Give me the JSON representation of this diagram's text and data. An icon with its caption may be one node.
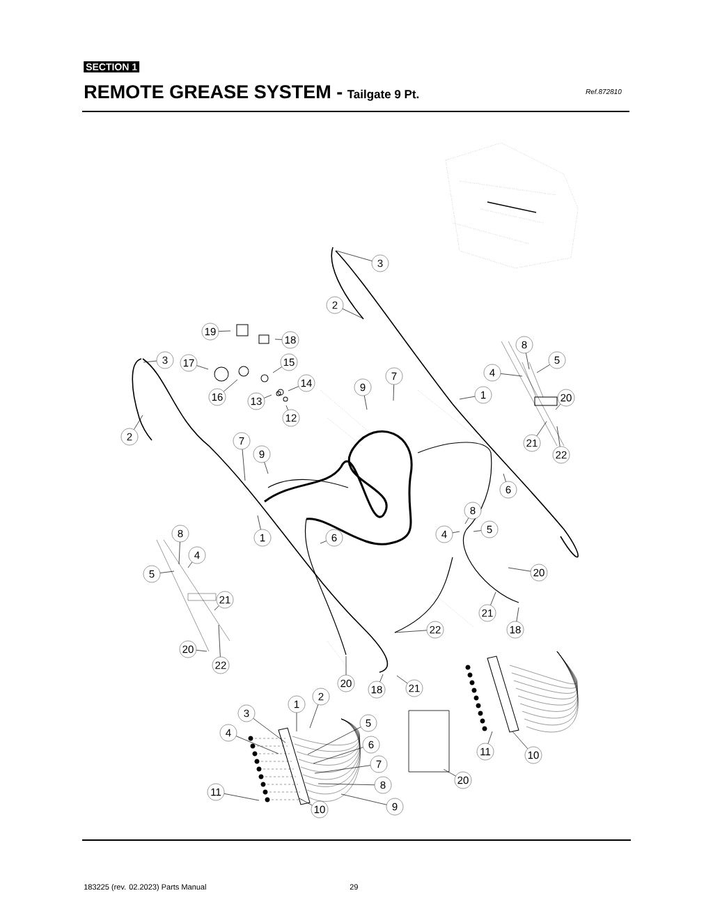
{
  "diagram": {
    "title": "REMOTE GREASE SYSTEM -",
    "nodes": [
      {
        "text": [
          "3"
        ]
      },
      {
        "text": [
          "2"
        ]
      },
      {
        "text": [
          "19"
        ]
      },
      {
        "text": [
          "18"
        ]
      },
      {
        "text": [
          "8"
        ]
      },
      {
        "text": [
          "3"
        ]
      },
      {
        "text": [
          "17"
        ]
      },
      {
        "text": [
          "5"
        ]
      },
      {
        "text": [
          "15"
        ]
      },
      {
        "text": [
          "4"
        ]
      },
      {
        "text": [
          "7"
        ]
      },
      {
        "text": [
          "14"
        ]
      },
      {
        "text": [
          "9"
        ]
      },
      {
        "text": [
          "16"
        ]
      },
      {
        "text": [
          "1"
        ]
      },
      {
        "text": [
          "20"
        ]
      },
      {
        "text": [
          "13"
        ]
      },
      {
        "text": [
          "12"
        ]
      },
      {
        "text": [
          "2"
        ]
      },
      {
        "text": [
          "7"
        ]
      },
      {
        "text": [
          "21"
        ]
      },
      {
        "text": [
          "9"
        ]
      },
      {
        "text": [
          "22"
        ]
      },
      {
        "text": [
          "6"
        ]
      },
      {
        "text": [
          "8"
        ]
      },
      {
        "text": [
          "5"
        ]
      },
      {
        "text": [
          "8"
        ]
      },
      {
        "text": [
          "4"
        ]
      },
      {
        "text": [
          "1"
        ]
      },
      {
        "text": [
          "6"
        ]
      },
      {
        "text": [
          "4"
        ]
      },
      {
        "text": [
          "5"
        ]
      },
      {
        "text": [
          "20"
        ]
      },
      {
        "text": [
          "21"
        ]
      },
      {
        "text": [
          "21"
        ]
      },
      {
        "text": [
          "22"
        ]
      },
      {
        "text": [
          "18"
        ]
      },
      {
        "text": [
          "20"
        ]
      },
      {
        "text": [
          "22"
        ]
      },
      {
        "text": [
          "20"
        ]
      },
      {
        "text": [
          "18"
        ]
      },
      {
        "text": [
          "21"
        ]
      },
      {
        "text": [
          "2"
        ]
      },
      {
        "text": [
          "1"
        ]
      },
      {
        "text": [
          "3"
        ]
      },
      {
        "text": [
          "5"
        ]
      },
      {
        "text": [
          "4"
        ]
      },
      {
        "text": [
          "6"
        ]
      },
      {
        "text": [
          "7"
        ]
      },
      {
        "text": [
          "11"
        ]
      },
      {
        "text": [
          "10"
        ]
      },
      {
        "text": [
          "8"
        ]
      },
      {
        "text": [
          "20"
        ]
      },
      {
        "text": [
          "11"
        ]
      },
      {
        "text": [
          "9"
        ]
      },
      {
        "text": [
          "10"
        ]
      },
      {
        "text": [],
        "shape": "box"
      }
    ],
    "edges": [
      {
        "from": 0,
        "to": null,
        "arrow": "none"
      },
      {
        "from": 1,
        "to": null,
        "arrow": "none"
      },
      {
        "from": 2,
        "to": null,
        "arrow": "none"
      },
      {
        "from": 3,
        "to": null,
        "arrow": "none"
      },
      {
        "from": 4,
        "to": null,
        "arrow": "none"
      },
      {
        "from": 5,
        "to": null,
        "arrow": "none"
      },
      {
        "from": 6,
        "to": null,
        "arrow": "none"
      },
      {
        "from": 7,
        "to": null,
        "arrow": "none"
      },
      {
        "from": 8,
        "to": null,
        "arrow": "none"
      },
      {
        "from": 9,
        "to": null,
        "arrow": "none"
      },
      {
        "from": 10,
        "to": null,
        "arrow": "none"
      },
      {
        "from": 11,
        "to": null,
        "arrow": "none"
      },
      {
        "from": 12,
        "to": null,
        "arrow": "none"
      },
      {
        "from": 13,
        "to": null,
        "arrow": "none"
      },
      {
        "from": 14,
        "to": null,
        "arrow": "none"
      },
      {
        "from": 15,
        "to": null,
        "arrow": "none"
      },
      {
        "from": 16,
        "to": null,
        "arrow": "none"
      },
      {
        "from": 17,
        "to": null,
        "arrow": "none"
      },
      {
        "from": 18,
        "to": null,
        "arrow": "none"
      },
      {
        "from": 19,
        "to": null,
        "arrow": "none"
      },
      {
        "from": 20,
        "to": null,
        "arrow": "none"
      },
      {
        "from": 21,
        "to": null,
        "arrow": "none"
      },
      {
        "from": 22,
        "to": null,
        "arrow": "none"
      },
      {
        "from": 23,
        "to": null,
        "arrow": "none"
      },
      {
        "from": 24,
        "to": null,
        "arrow": "none"
      },
      {
        "from": 25,
        "to": null,
        "arrow": "none"
      },
      {
        "from": 26,
        "to": null,
        "arrow": "none"
      },
      {
        "from": 27,
        "to": null,
        "arrow": "none"
      },
      {
        "from": 28,
        "to": null,
        "arrow": "none"
      },
      {
        "from": 29,
        "to": null,
        "arrow": "none"
      },
      {
        "from": 30,
        "to": null,
        "arrow": "none"
      },
      {
        "from": 31,
        "to": null,
        "arrow": "none"
      },
      {
        "from": 32,
        "to": null,
        "arrow": "none"
      },
      {
        "from": 33,
        "to": null,
        "arrow": "none"
      },
      {
        "from": 34,
        "to": null,
        "arrow": "none"
      },
      {
        "from": 35,
        "to": null,
        "arrow": "none"
      },
      {
        "from": 36,
        "to": null,
        "arrow": "none"
      },
      {
        "from": 37,
        "to": null,
        "arrow": "none"
      },
      {
        "from": 38,
        "to": null,
        "arrow": "none"
      },
      {
        "from": 39,
        "to": null,
        "arrow": "none"
      },
      {
        "from": 40,
        "to": null,
        "arrow": "none"
      },
      {
        "from": 41,
        "to": null,
        "arrow": "none"
      },
      {
        "from": 42,
        "to": null,
        "arrow": "none"
      },
      {
        "from": 43,
        "to": null,
        "arrow": "none"
      },
      {
        "from": 44,
        "to": null,
        "arrow": "none"
      },
      {
        "from": 45,
        "to": null,
        "arrow": "none"
      },
      {
        "from": 46,
        "to": null,
        "arrow": "none"
      },
      {
        "from": 47,
        "to": null,
        "arrow": "none"
      },
      {
        "from": 48,
        "to": null,
        "arrow": "none"
      },
      {
        "from": 49,
        "to": null,
        "arrow": "none"
      },
      {
        "from": 50,
        "to": null,
        "arrow": "none"
      },
      {
        "from": 51,
        "to": null,
        "arrow": "none"
      },
      {
        "from": 52,
        "to": 56,
        "arrow": "none"
      },
      {
        "from": 53,
        "to": null,
        "arrow": "none"
      },
      {
        "from": 54,
        "to": null,
        "arrow": "none"
      },
      {
        "from": 55,
        "to": null,
        "arrow": "none"
      }
    ],
    "labels": [
      "SECTION 1",
      "Tailgate 9 Pt.",
      "Ref.872810",
      "183225 (rev. 02.2023) Parts Manual",
      "29"
    ]
  }
}
